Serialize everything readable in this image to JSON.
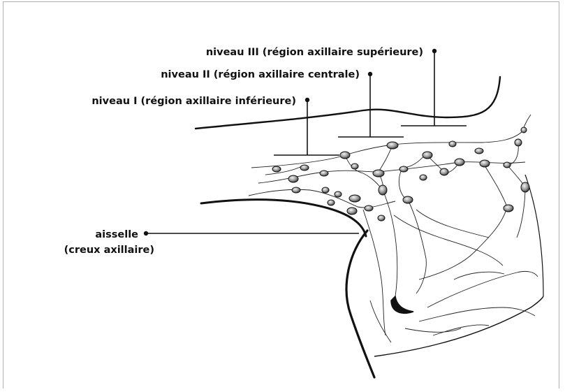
{
  "labels": {
    "level3": "niveau III (région axillaire supérieure)",
    "level2": "niveau II (région axillaire centrale)",
    "level1": "niveau I (région axillaire inférieure)",
    "armpit_line1": "aisselle",
    "armpit_line2": "(creux axillaire)"
  },
  "colors": {
    "ink": "#111111",
    "node_fill": "#9a9a9a",
    "frame": "#b0b0b0"
  }
}
